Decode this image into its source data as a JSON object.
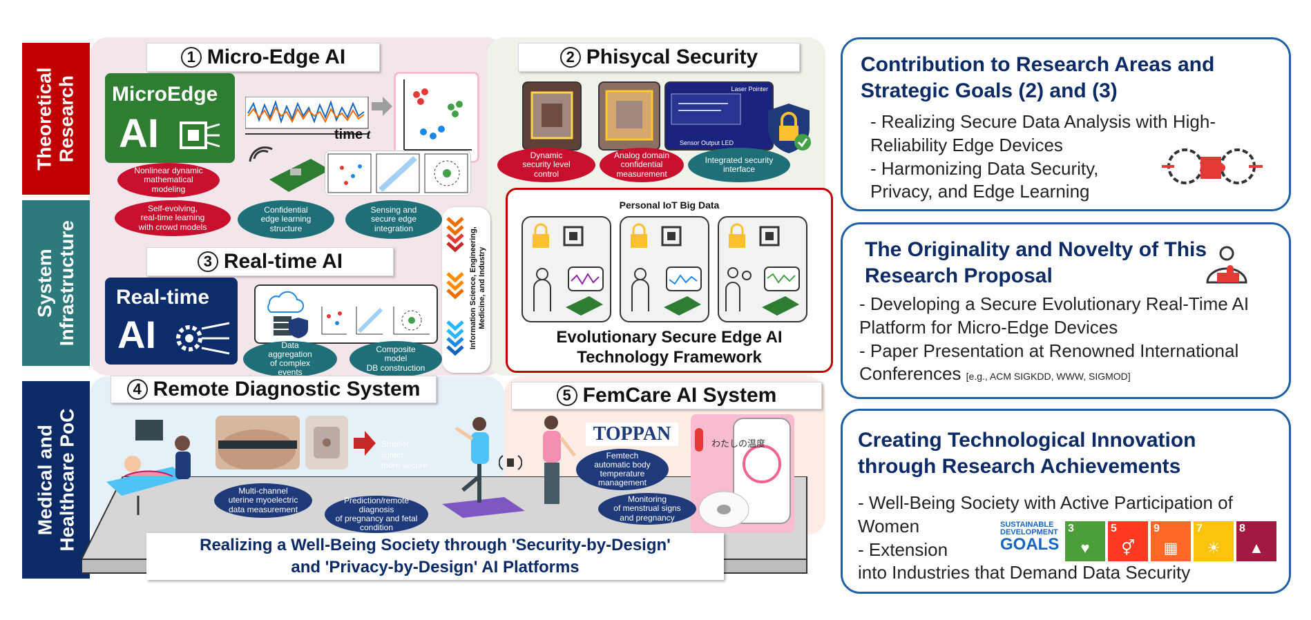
{
  "bands": {
    "theoretical": "Theoretical\nResearch",
    "system": "System\nInfrastructure",
    "medical": "Medical and\nHealthcare PoC"
  },
  "sections": {
    "micro_edge": {
      "num": "1",
      "title": "Micro-Edge AI",
      "logo_top": "MicroEdge",
      "logo_bottom": "AI",
      "time_label": "time",
      "time_var": "t"
    },
    "phys_security": {
      "num": "2",
      "title": "Phisycal Security",
      "laser_label": "Laser Pointer",
      "sensor_label": "Sensor Output LED"
    },
    "realtime": {
      "num": "3",
      "title": "Real-time AI",
      "logo_top": "Real-time",
      "logo_bottom": "AI"
    },
    "remote": {
      "num": "4",
      "title": "Remote Diagnostic System",
      "bullets": [
        "Smaller",
        "lighter",
        "more secure"
      ]
    },
    "femcare": {
      "num": "5",
      "title": "FemCare AI System",
      "brand": "TOPPAN",
      "app_title": "わたしの温度"
    }
  },
  "ovals": {
    "nonlinear": "Nonlinear dynamic\nmathematical\nmodeling",
    "self_evolving": "Self-evolving,\nreal-time learning\nwith crowd models",
    "confidential_edge": "Confidential\nedge learning\nstructure",
    "sensing": "Sensing and\nsecure edge\nintegration",
    "dynamic_sec": "Dynamic\nsecurity level\ncontrol",
    "analog": "Analog domain\nconfidential\nmeasurement",
    "integrated": "Integrated security\ninterface",
    "data_agg": "Data\naggregation\nof complex\nevents",
    "composite": "Composite\nmodel\nDB construction",
    "multichannel": "Multi-channel\nuterine myoelectric\ndata measurement",
    "prediction": "Prediction/remote\ndiagnosis\nof pregnancy and fetal\ncondition",
    "femtech": "Femtech\nautomatic body\ntemperature\nmanagement",
    "monitoring": "Monitoring\nof menstrual signs\nand pregnancy"
  },
  "vertical_label": "Information Science, Engineering,\nMedicine, and Industry",
  "framework": {
    "subtitle": "Personal IoT Big Data",
    "title_line1": "Evolutionary Secure Edge AI",
    "title_line2": "Technology Framework"
  },
  "bottom_banner": {
    "line1": "Realizing a Well-Being Society through 'Security-by-Design'",
    "line2": "and 'Privacy-by-Design' AI Platforms"
  },
  "cards": {
    "contribution": {
      "title": "Contribution to Research Areas and Strategic Goals (2) and (3)",
      "items": [
        "- Realizing Secure Data Analysis with High-Reliability Edge Devices",
        "- Harmonizing Data Security, Privacy, and Edge Learning"
      ]
    },
    "originality": {
      "title": "The Originality and Novelty of This Research Proposal",
      "item1": "- Developing a Secure Evolutionary Real-Time AI Platform for Micro-Edge Devices",
      "item2_main": "- Paper Presentation at Renowned International Conferences",
      "item2_small": "[e.g., ACM SIGKDD, WWW, SIGMOD]"
    },
    "innovation": {
      "title": "Creating Technological Innovation through Research Achievements",
      "item1": "- Well-Being Society with Active Participation of Women",
      "item2a": "- Extension",
      "item2b": "into Industries that Demand Data Security"
    }
  },
  "sdg": {
    "logo_line1": "SUSTAINABLE",
    "logo_line2": "DEVELOPMENT",
    "logo_line3": "GOALS",
    "goals": [
      {
        "num": "3",
        "color": "#4c9f38"
      },
      {
        "num": "5",
        "color": "#ff3a21"
      },
      {
        "num": "9",
        "color": "#fd6925"
      },
      {
        "num": "7",
        "color": "#fcc30b"
      },
      {
        "num": "8",
        "color": "#a21942"
      }
    ]
  }
}
